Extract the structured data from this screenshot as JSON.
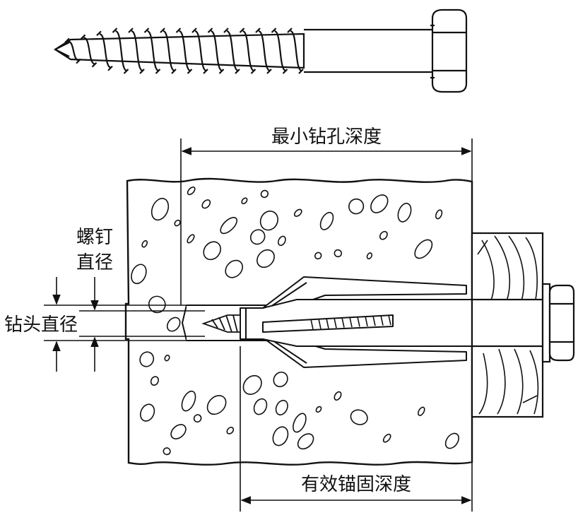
{
  "labels": {
    "min_drill_depth": "最小钻孔深度",
    "effective_anchor_depth": "有效锚固深度",
    "screw_diameter_line1": "螺钉",
    "screw_diameter_line2": "直径",
    "drill_diameter": "钻头直径"
  },
  "colors": {
    "ink": "#111111",
    "background": "#ffffff"
  }
}
